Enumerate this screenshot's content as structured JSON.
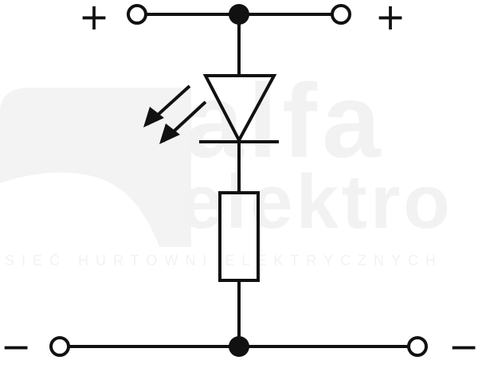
{
  "watermark": {
    "brand": "alfa",
    "brand_sub": "elektro",
    "tagline": "SIEĆ HURTOWNI ELEKTRYCZNYCH"
  },
  "terminals": {
    "top_left_sign": "+",
    "top_right_sign": "+",
    "bottom_left_sign": "−",
    "bottom_right_sign": "−"
  },
  "colors": {
    "line": "#111111",
    "background": "#ffffff",
    "watermark": "#f2f2f2"
  },
  "components": [
    "led-diode",
    "resistor"
  ]
}
